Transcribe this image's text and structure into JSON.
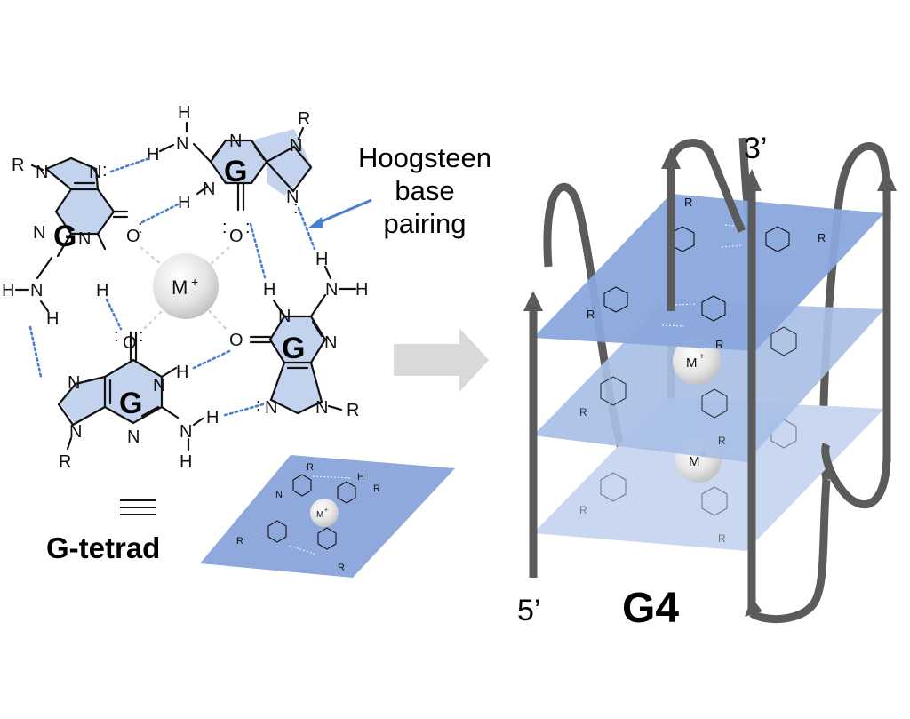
{
  "figure": {
    "tetrad_label": "G-tetrad",
    "equivalence_symbol": "≡",
    "g4_label": "G4",
    "annotation": {
      "line1": "Hoogsteen",
      "line2": "base",
      "line3": "pairing"
    },
    "strand_ends": {
      "five_prime": "5’",
      "three_prime": "3’"
    },
    "cation_label": "M",
    "cation_charge": "+",
    "base_letter": "G",
    "atoms": {
      "N": "N",
      "H": "H",
      "O": "O",
      "R": "R",
      "lone_pair": ":"
    },
    "colors": {
      "base_fill": "#c3d3ee",
      "hbond": "#4a7ed0",
      "plane_top": "#8aa6dc",
      "plane_mid": "#a9bfe6",
      "plane_bottom": "#c9d7f0",
      "strand": "#5b5b5b",
      "arrow": "#d9d9d9",
      "cation": "#e6e6e6"
    },
    "stack_layers": 3,
    "cations_in_stack": 2
  }
}
